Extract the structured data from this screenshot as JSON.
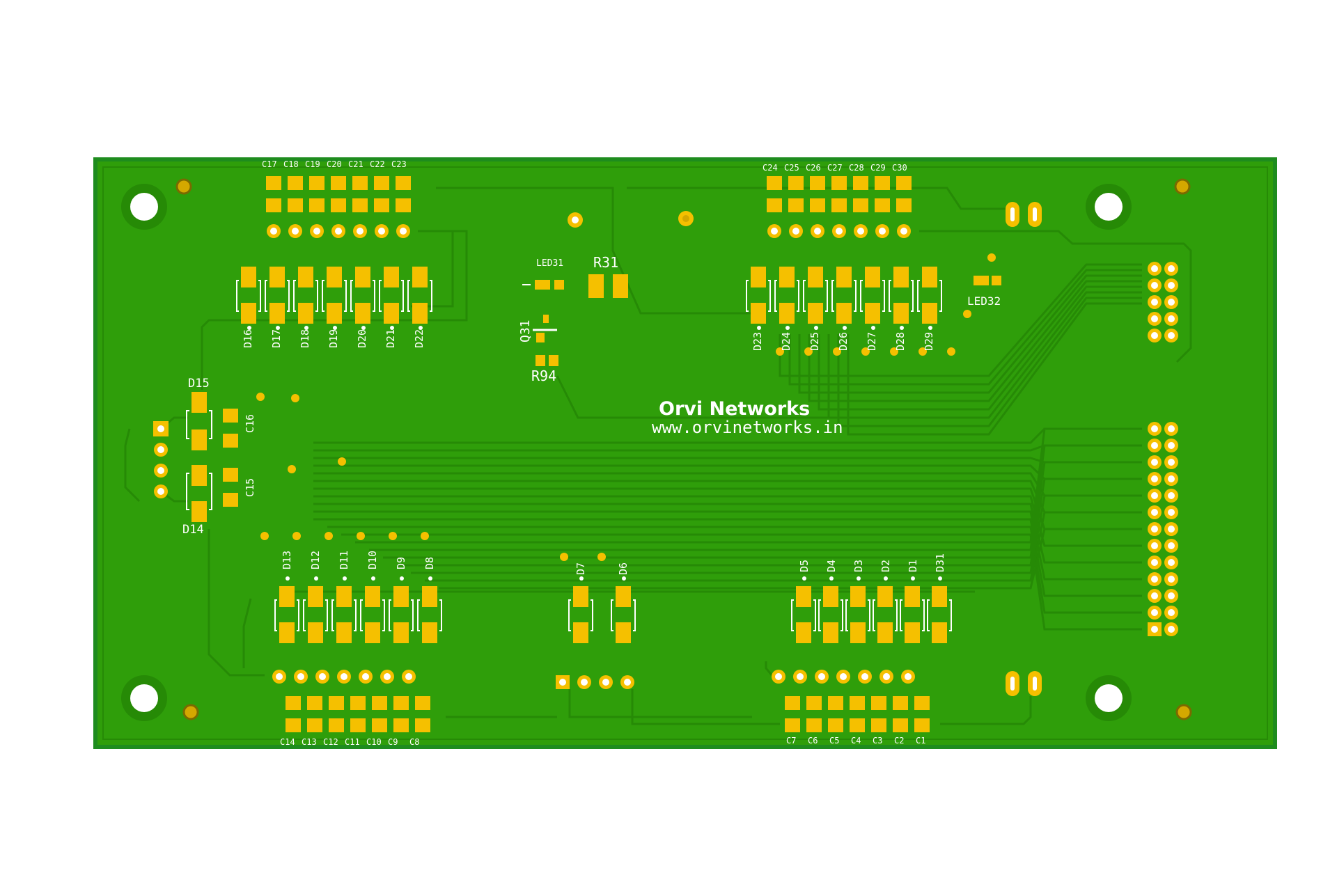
{
  "board": {
    "brand_title": "Orvi Networks",
    "brand_url": "www.orvinetworks.in",
    "colors": {
      "background": "#ffffff",
      "board_edge": "#1e8c1e",
      "board": "#2f9e0a",
      "board_inner": "#37a80e",
      "trace": "#268a06",
      "pad": "#f5c000",
      "silk": "#ffffff"
    }
  },
  "labels": {
    "caps_top_left": [
      "C17",
      "C18",
      "C19",
      "C20",
      "C21",
      "C22",
      "C23"
    ],
    "caps_top_right": [
      "C24",
      "C25",
      "C26",
      "C27",
      "C28",
      "C29",
      "C30"
    ],
    "diodes_top_left": [
      "D16",
      "D17",
      "D18",
      "D19",
      "D20",
      "D21",
      "D22"
    ],
    "diodes_top_right": [
      "D23",
      "D24",
      "D25",
      "D26",
      "D27",
      "D28",
      "D29"
    ],
    "diodes_bottom_left": [
      "D13",
      "D12",
      "D11",
      "D10",
      "D9",
      "D8"
    ],
    "diodes_bottom_middle": [
      "D7",
      "D6"
    ],
    "diodes_bottom_right": [
      "D5",
      "D4",
      "D3",
      "D2",
      "D1",
      "D31"
    ],
    "caps_bottom_left": [
      "C14",
      "C13",
      "C12",
      "C11",
      "C10",
      "C9",
      "C8"
    ],
    "caps_bottom_right": [
      "C7",
      "C6",
      "C5",
      "C4",
      "C3",
      "C2",
      "C1"
    ],
    "misc": {
      "led31": "LED31",
      "r31": "R31",
      "q31": "Q31",
      "r94": "R94",
      "led32": "LED32",
      "d15": "D15",
      "d14": "D14",
      "c16": "C16",
      "c15": "C15"
    }
  }
}
